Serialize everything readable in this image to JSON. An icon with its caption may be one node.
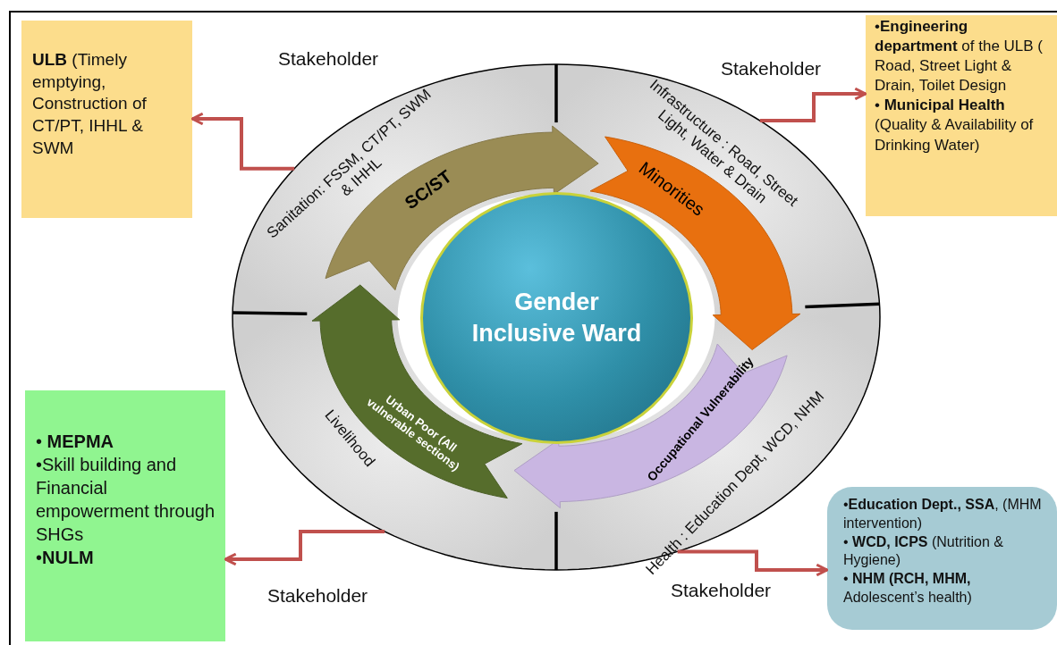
{
  "diagram": {
    "nodes": [
      {
        "text": [
          "Sanitation: FSSM, CT/PT, SWM & IHHL"
        ]
      },
      {
        "text": [
          "Infrastructure : Road, Street Light, Water & Drain"
        ]
      },
      {
        "text": [
          "Livelihood"
        ]
      },
      {
        "text": [
          "Health : Education Dept, WCD, NHM"
        ]
      },
      {
        "text": [
          "SC/ST"
        ]
      },
      {
        "text": [
          "Minorities"
        ]
      },
      {
        "text": [
          "Urban Poor (All vulnerable sections)"
        ]
      },
      {
        "text": [
          "Occupational Vulnerability"
        ]
      },
      {
        "text": [
          "Gender Inclusive Ward"
        ]
      },
      {
        "text": [
          "**ULB** (Timely emptying, Construction of CT/PT, IHHL & SWM"
        ]
      },
      {
        "text": [
          "•**Engineering department** of the ULB ( Road, Street Light & Drain, Toilet Design",
          "• **Municipal Health** (Quality & Availability of Drinking Water)"
        ]
      },
      {
        "text": [
          "• **MEPMA**",
          "•Skill building and Financial empowerment through SHGs",
          "•**NULM**"
        ]
      },
      {
        "text": [
          "•**Education Dept., SSA**, (MHM intervention)",
          "• **WCD, ICPS** (Nutrition & Hygiene)",
          "• **NHM (RCH, MHM,** Adolescent’s health)"
        ]
      }
    ],
    "edges": [
      {
        "from": 0,
        "to": 9,
        "arrow": "to"
      },
      {
        "from": 1,
        "to": 10,
        "arrow": "to"
      },
      {
        "from": 2,
        "to": 11,
        "arrow": "to"
      },
      {
        "from": 3,
        "to": 12,
        "arrow": "to"
      }
    ],
    "labels": [
      "Stakeholder",
      "Stakeholder",
      "Stakeholder",
      "Stakeholder"
    ]
  }
}
